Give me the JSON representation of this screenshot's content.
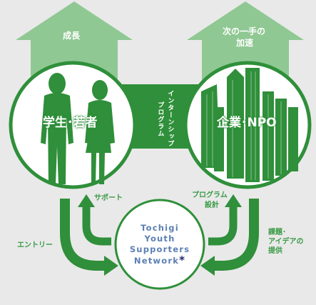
{
  "arrows": {
    "left_up": "成長",
    "right_up_line1": "次の一手の",
    "right_up_line2": "加速"
  },
  "circles": {
    "left_label": "学生･若者",
    "right_label": "企業･NPO"
  },
  "bridge": {
    "line1": "インターンシップ",
    "line2": "プログラム"
  },
  "flows": {
    "entry": "エントリー",
    "support": "サポート",
    "program_design_line1": "プログラム",
    "program_design_line2": "設計",
    "issues_line1": "課題･",
    "issues_line2": "アイデアの",
    "issues_line3": "提供"
  },
  "center": {
    "line1": "Tochigi",
    "line2": "Youth",
    "line3": "Supporters",
    "line4": "Network",
    "mark": "*"
  },
  "colors": {
    "green_dark": "#2f8f3a",
    "green_light": "#8fc893",
    "background": "#e9e9e9",
    "text_blue": "#5b7fb4",
    "mark_navy": "#1f2a66"
  }
}
